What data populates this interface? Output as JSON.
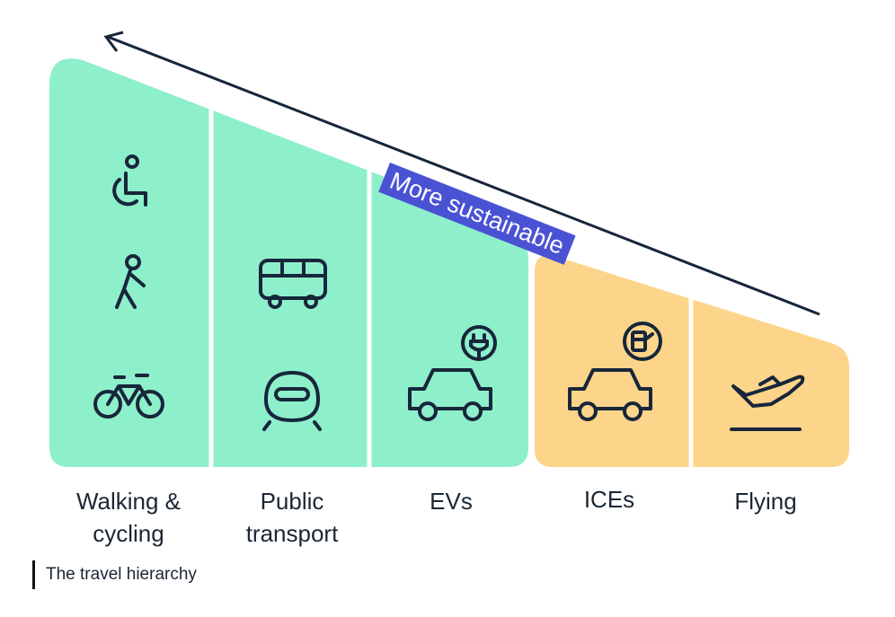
{
  "arrow_label": "More sustainable",
  "categories": [
    {
      "label": "Walking &\ncycling",
      "group": "sustainable",
      "icons": [
        "wheelchair-icon",
        "walking-icon",
        "bicycle-icon"
      ]
    },
    {
      "label": "Public\ntransport",
      "group": "sustainable",
      "icons": [
        "bus-icon",
        "train-icon"
      ]
    },
    {
      "label": "EVs",
      "group": "sustainable",
      "icons": [
        "plug-icon",
        "car-icon"
      ]
    },
    {
      "label": "ICEs",
      "group": "less-sustainable",
      "icons": [
        "fuel-pump-icon",
        "car-icon"
      ]
    },
    {
      "label": "Flying",
      "group": "less-sustainable",
      "icons": [
        "plane-takeoff-icon"
      ]
    }
  ],
  "caption": "The travel hierarchy",
  "colors": {
    "green": "#8eefcb",
    "orange": "#fdd58a",
    "accent": "#4a52d4",
    "ink": "#17263a"
  }
}
